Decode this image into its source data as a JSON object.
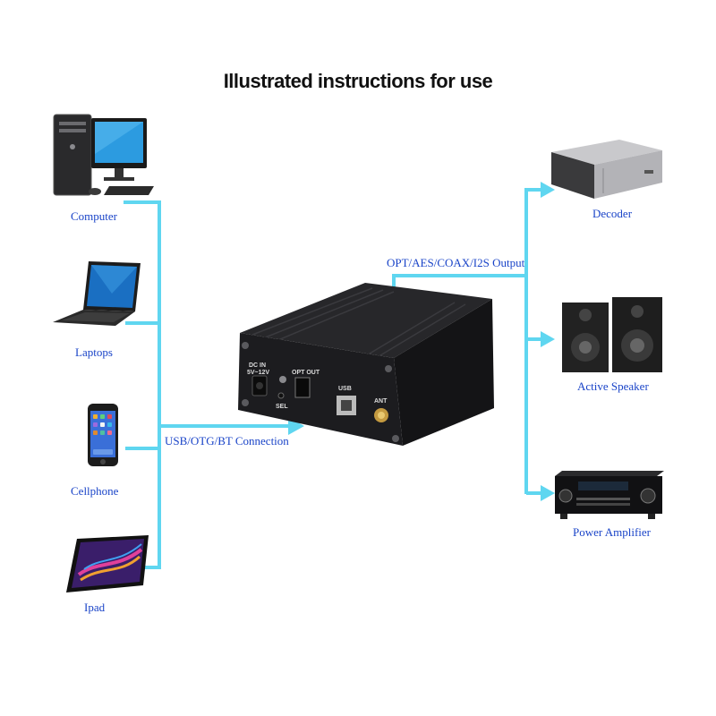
{
  "title": "Illustrated instructions for use",
  "inputs": {
    "items": [
      {
        "label": "Computer",
        "icon": "computer-icon"
      },
      {
        "label": "Laptops",
        "icon": "laptop-icon"
      },
      {
        "label": "Cellphone",
        "icon": "cellphone-icon"
      },
      {
        "label": "Ipad",
        "icon": "tablet-icon"
      }
    ],
    "connection_label": "USB/OTG/BT Connection"
  },
  "outputs": {
    "items": [
      {
        "label": "Decoder",
        "icon": "decoder-icon"
      },
      {
        "label": "Active Speaker",
        "icon": "speaker-icon"
      },
      {
        "label": "Power Amplifier",
        "icon": "amplifier-icon"
      }
    ],
    "connection_label": "OPT/AES/COAX/I2S Output"
  },
  "device": {
    "panel_labels": {
      "dc_in": "DC IN",
      "voltage": "5V~12V",
      "opt_out": "OPT OUT",
      "sel": "SEL",
      "usb": "USB",
      "ant": "ANT"
    }
  },
  "colors": {
    "wire": "#5fd6f0",
    "label_text": "#1a44c8",
    "title_text": "#111111",
    "device_body": "#1b1b1d"
  }
}
